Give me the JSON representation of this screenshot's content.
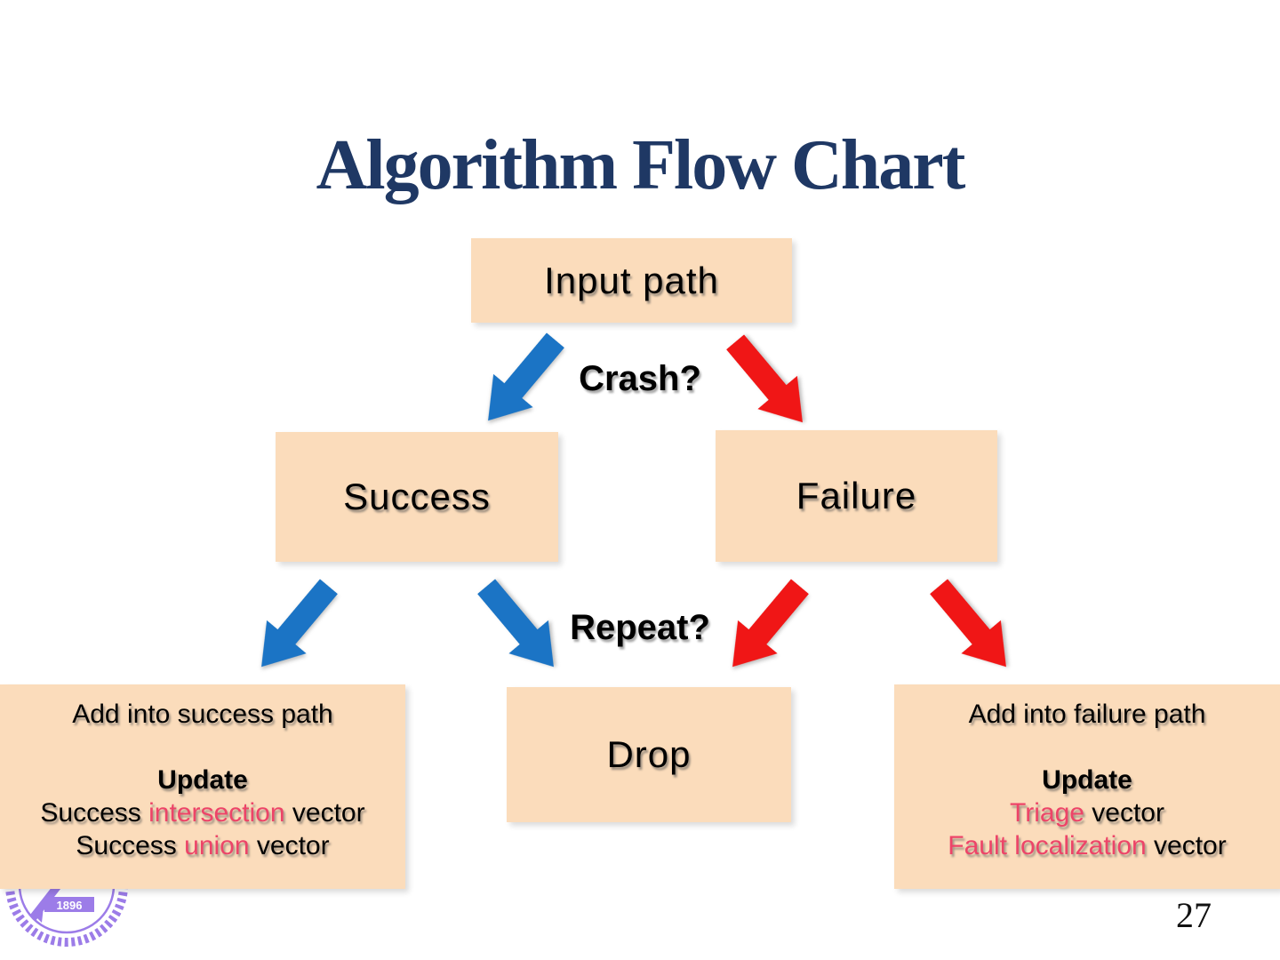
{
  "title": "Algorithm Flow Chart",
  "page_number": "27",
  "colors": {
    "title_navy": "#1F3864",
    "box_fill": "#FBDCBB",
    "arrow_blue": "#1B74C5",
    "arrow_red": "#F01616",
    "highlight_pink": "#ED4468",
    "logo_purple": "#9C7CE8"
  },
  "nodes": {
    "input_path": "Input path",
    "success": "Success",
    "failure": "Failure",
    "drop": "Drop"
  },
  "decision_labels": {
    "crash": "Crash?",
    "repeat": "Repeat?"
  },
  "success_outcome": {
    "heading": "Add into success path",
    "update_label": "Update",
    "lines": [
      {
        "pre": "Success ",
        "highlight": "intersection",
        "post": " vector"
      },
      {
        "pre": "Success ",
        "highlight": "union",
        "post": " vector"
      }
    ]
  },
  "failure_outcome": {
    "heading": "Add into failure path",
    "update_label": "Update",
    "lines": [
      {
        "pre": "",
        "highlight": "Triage",
        "post": " vector"
      },
      {
        "pre": "",
        "highlight": "Fault localization",
        "post": " vector"
      }
    ]
  },
  "arrows": [
    {
      "name": "arrow-input-to-success",
      "color": "blue",
      "direction": "down-left"
    },
    {
      "name": "arrow-input-to-failure",
      "color": "red",
      "direction": "down-right"
    },
    {
      "name": "arrow-success-to-add-success",
      "color": "blue",
      "direction": "down-left"
    },
    {
      "name": "arrow-success-to-drop",
      "color": "blue",
      "direction": "down-right"
    },
    {
      "name": "arrow-failure-to-drop",
      "color": "red",
      "direction": "down-left"
    },
    {
      "name": "arrow-failure-to-add-failure",
      "color": "red",
      "direction": "down-right"
    }
  ],
  "logo": {
    "year": "1896"
  }
}
